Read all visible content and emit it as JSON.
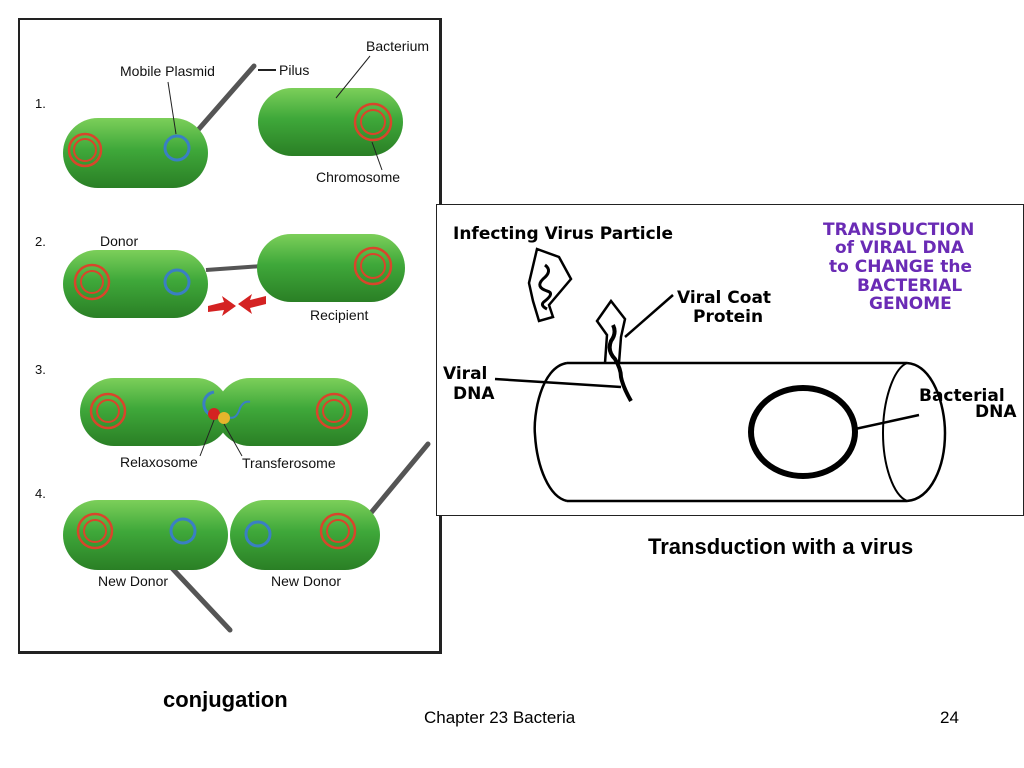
{
  "conjugation_diagram": {
    "steps": [
      "1.",
      "2.",
      "3.",
      "4."
    ],
    "labels": {
      "mobile_plasmid": "Mobile Plasmid",
      "pilus": "Pilus",
      "bacterium": "Bacterium",
      "chromosome": "Chromosome",
      "donor": "Donor",
      "recipient": "Recipient",
      "relaxosome": "Relaxosome",
      "transferosome": "Transferosome",
      "new_donor_left": "New Donor",
      "new_donor_right": "New Donor"
    },
    "colors": {
      "cell_fill": "#3fa83a",
      "chromosome": "#d9452b",
      "plasmid": "#3a7fc4",
      "arrow": "#d42222"
    }
  },
  "transduction_diagram": {
    "labels": {
      "infecting_virus": "Infecting Virus Particle",
      "viral_coat_1": "Viral Coat",
      "viral_coat_2": "Protein",
      "viral_dna_1": "Viral",
      "viral_dna_2": "DNA",
      "bacterial_dna_1": "Bacterial",
      "bacterial_dna_2": "DNA"
    },
    "title_lines": [
      "TRANSDUCTION",
      "of VIRAL DNA",
      "to CHANGE the",
      "BACTERIAL",
      "GENOME"
    ],
    "colors": {
      "title": "#6a2bb5"
    }
  },
  "captions": {
    "transduction": "Transduction with a virus",
    "conjugation": "conjugation"
  },
  "footer": {
    "chapter": "Chapter 23 Bacteria",
    "page": "24"
  }
}
